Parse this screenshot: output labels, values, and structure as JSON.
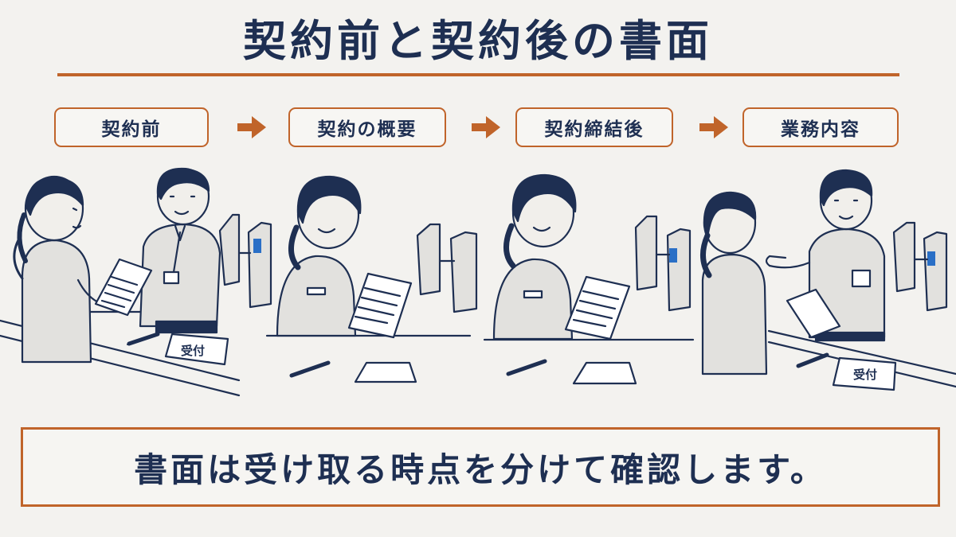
{
  "header": {
    "title": "契約前と契約後の書面"
  },
  "steps": [
    {
      "label": "契約前"
    },
    {
      "label": "契約の概要"
    },
    {
      "label": "契約締結後"
    },
    {
      "label": "業務内容"
    }
  ],
  "scene": {
    "sign_left": "受付",
    "sign_right": "受付"
  },
  "footer": {
    "message": "書面は受け取る時点を分けて確認します。"
  },
  "colors": {
    "navy": "#1e2f52",
    "accent": "#c0642a",
    "background": "#f3f2ef"
  }
}
